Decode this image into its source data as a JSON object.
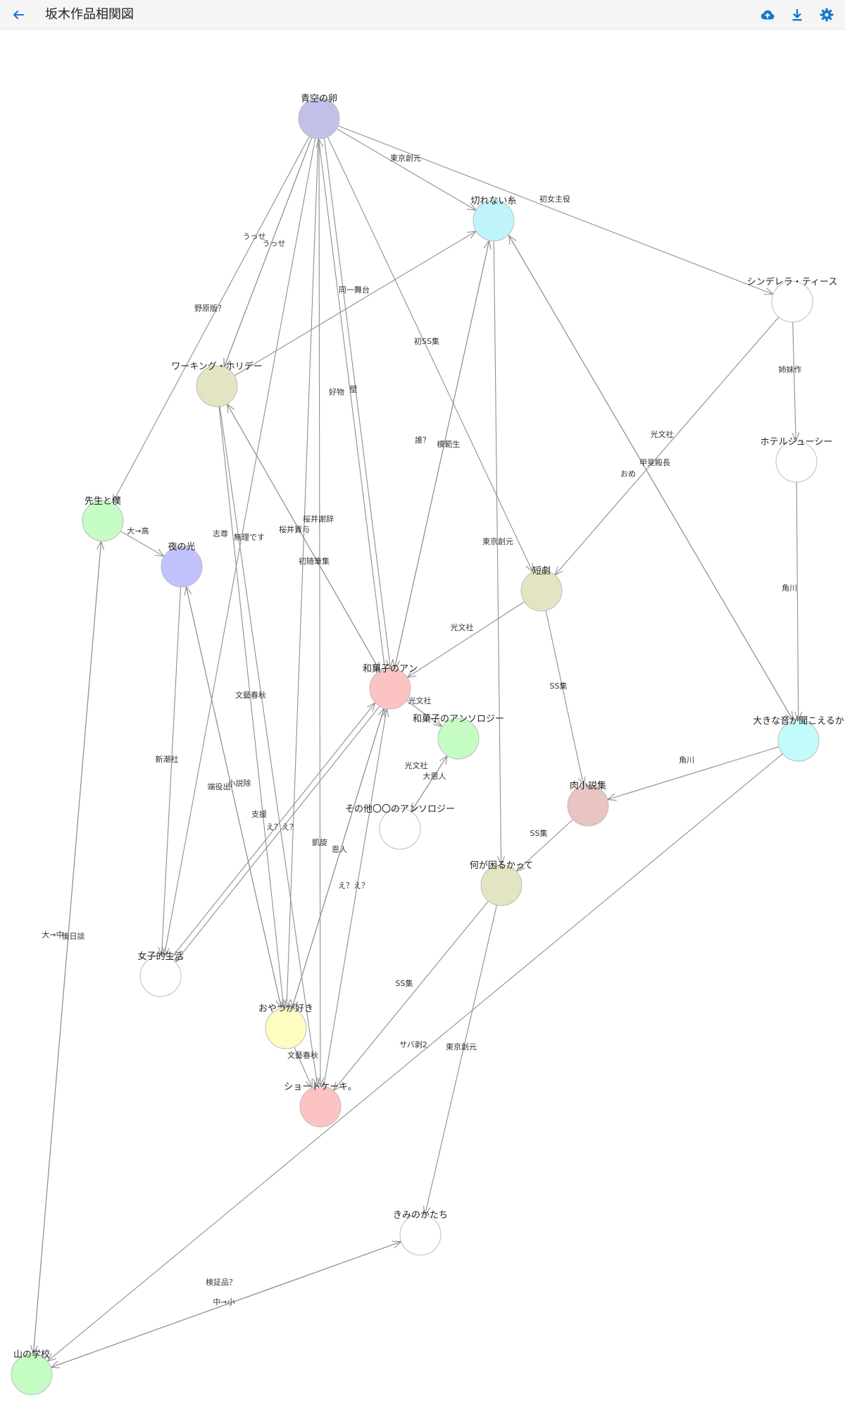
{
  "header": {
    "title": "坂木作品相関図",
    "back_icon": "arrow-left-icon",
    "upload_icon": "cloud-upload-icon",
    "download_icon": "download-icon",
    "settings_icon": "gear-icon",
    "accent_color": "#1976d2"
  },
  "graph": {
    "nodes": [
      {
        "id": "aozora",
        "label": "青空の卵",
        "color": "#c0c0e8"
      },
      {
        "id": "kirenai",
        "label": "切れない糸",
        "color": "#bff4fb"
      },
      {
        "id": "cinderella",
        "label": "シンデレラ・ティース",
        "color": "#ffffff"
      },
      {
        "id": "working",
        "label": "ワーキング・ホリデー",
        "color": "#e3e4c1"
      },
      {
        "id": "hotel",
        "label": "ホテルジューシー",
        "color": "#ffffff"
      },
      {
        "id": "sensei",
        "label": "先生と僕",
        "color": "#c6fcc6"
      },
      {
        "id": "yoru",
        "label": "夜の光",
        "color": "#c1c1fb"
      },
      {
        "id": "tanpen",
        "label": "短劇",
        "color": "#e3e4c1"
      },
      {
        "id": "wagashi",
        "label": "和菓子のアン",
        "color": "#fcc3c3"
      },
      {
        "id": "wagashi_antho",
        "label": "和菓子のアンソロジー",
        "color": "#c4fcc4"
      },
      {
        "id": "ookina",
        "label": "大きな音が聞こえるか",
        "color": "#c2fbfb"
      },
      {
        "id": "niku",
        "label": "肉小説集",
        "color": "#eac3c3"
      },
      {
        "id": "sonota",
        "label": "その他〇〇のアンソロジー",
        "color": "#ffffff"
      },
      {
        "id": "nanika",
        "label": "何が困るかって",
        "color": "#e3e4c1"
      },
      {
        "id": "joshi",
        "label": "女子的生活",
        "color": "#ffffff"
      },
      {
        "id": "oyatsu",
        "label": "おやつが好き",
        "color": "#fdfdc1"
      },
      {
        "id": "shortcake",
        "label": "ショートケーキ。",
        "color": "#fcc3c3"
      },
      {
        "id": "kimi",
        "label": "きみのかたち",
        "color": "#ffffff"
      },
      {
        "id": "yama",
        "label": "山の学校",
        "color": "#c4fcc4"
      }
    ],
    "edge_labels": [
      "東京創元",
      "初女主役",
      "うっせ",
      "うっせ",
      "野原版？",
      "同一舞台",
      "初SS集",
      "好物",
      "壁",
      "誰？",
      "模範生",
      "姉妹作",
      "光文社",
      "甲斐殿長",
      "おめ",
      "桜井謝辞",
      "桜井寶与",
      "初随筆集",
      "志尊",
      "無理です",
      "大→高",
      "東京創元",
      "光文社",
      "角川",
      "文藝春秋",
      "光文社",
      "新潮社",
      "光文社",
      "大恩人",
      "角川",
      "SS集",
      "SS集",
      "端役出",
      "小説除",
      "支援",
      "え？え？",
      "凱旋",
      "恩人",
      "え？え？",
      "大→中",
      "後日談",
      "SS集",
      "サバ剥2",
      "東京創元",
      "文藝春秋",
      "検証品？",
      "中→小"
    ]
  }
}
